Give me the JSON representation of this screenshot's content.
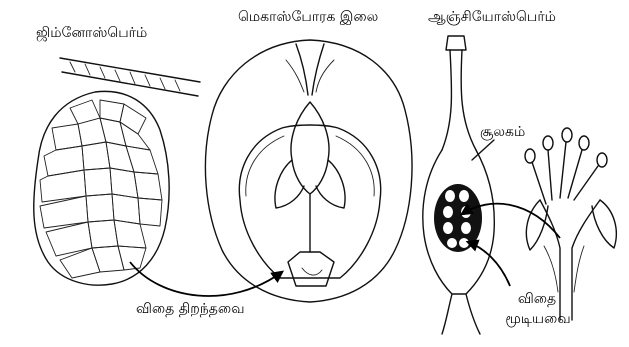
{
  "labels": {
    "gymnosperm": "ஜிம்னோஸ்பெர்ம்",
    "megasporophyll": "மெகாஸ்போரக இலை",
    "angiosperm": "ஆஞ்சியோஸ்பெர்ம்",
    "ovary": "சூலகம்",
    "naked_seed": "விதை திறந்தவை",
    "covered_seed_line1": "விதை",
    "covered_seed_line2": "மூடியவை"
  },
  "colors": {
    "ink": "#111111",
    "background": "#ffffff"
  }
}
